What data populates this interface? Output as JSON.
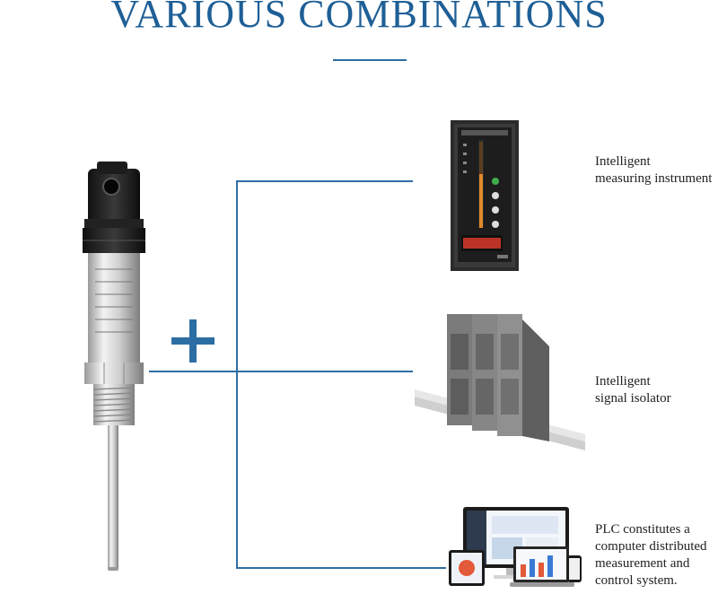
{
  "heading": "VARIOUS COMBINATIONS",
  "items": [
    {
      "lines": [
        "Intelligent",
        "measuring instrument"
      ],
      "icon": "measuring-instrument-image"
    },
    {
      "lines": [
        "Intelligent",
        "signal isolator"
      ],
      "icon": "signal-isolator-image"
    },
    {
      "lines": [
        "PLC constitutes a",
        "computer distributed",
        "measurement and",
        "control system."
      ],
      "icon": "computer-system-image"
    }
  ],
  "colors": {
    "accent": "#1e5f96",
    "line": "#2f6ea5"
  }
}
